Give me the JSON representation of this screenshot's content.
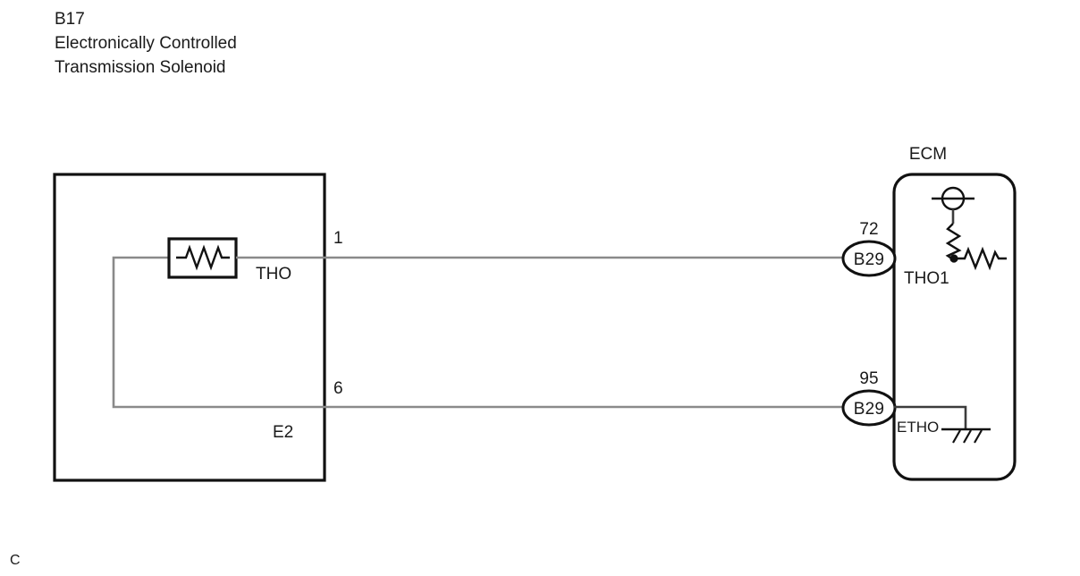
{
  "component": {
    "code": "B17",
    "name_line1": "Electronically Controlled",
    "name_line2": "Transmission Solenoid",
    "pins": [
      {
        "number": "1",
        "signal": "THO"
      },
      {
        "number": "6",
        "signal": "E2"
      }
    ],
    "internal_element": "thermistor-resistor"
  },
  "ecm": {
    "title": "ECM",
    "terminals": [
      {
        "pin": "72",
        "connector": "B29",
        "signal": "THO1",
        "internal": [
          "supply-source-symbol",
          "pull-up-resistor",
          "series-resistor",
          "junction-dot"
        ]
      },
      {
        "pin": "95",
        "connector": "B29",
        "signal": "ETHO",
        "internal": [
          "ground-symbol"
        ]
      }
    ]
  },
  "page": {
    "corner_mark": "C"
  },
  "colors": {
    "outline": "#111111",
    "wire": "#8a8a8a",
    "wire_dark": "#3c3c3c",
    "text": "#1a1a1a",
    "background": "#ffffff"
  }
}
